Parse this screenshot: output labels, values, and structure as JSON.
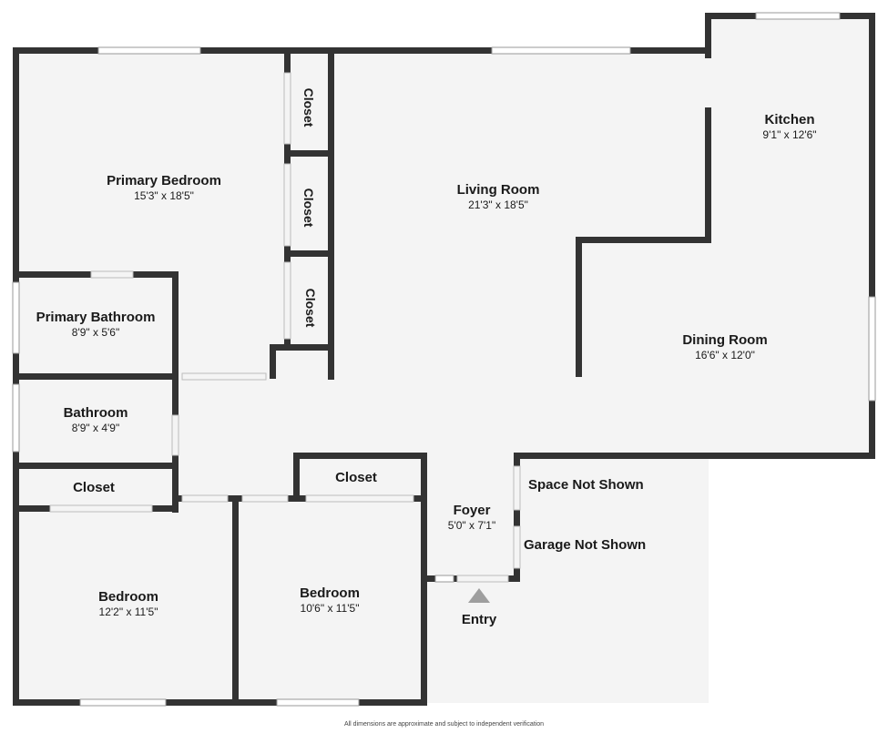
{
  "rooms": [
    {
      "key": "primary-bedroom",
      "name": "Primary Bedroom",
      "dims": "15'3\" x 18'5\""
    },
    {
      "key": "living-room",
      "name": "Living Room",
      "dims": "21'3\" x 18'5\""
    },
    {
      "key": "kitchen",
      "name": "Kitchen",
      "dims": "9'1\" x 12'6\""
    },
    {
      "key": "dining-room",
      "name": "Dining Room",
      "dims": "16'6\" x 12'0\""
    },
    {
      "key": "primary-bathroom",
      "name": "Primary Bathroom",
      "dims": "8'9\" x 5'6\""
    },
    {
      "key": "bathroom",
      "name": "Bathroom",
      "dims": "8'9\" x 4'9\""
    },
    {
      "key": "bedroom-left",
      "name": "Bedroom",
      "dims": "12'2\" x 11'5\""
    },
    {
      "key": "bedroom-right",
      "name": "Bedroom",
      "dims": "10'6\" x 11'5\""
    },
    {
      "key": "foyer",
      "name": "Foyer",
      "dims": "5'0\" x 7'1\""
    }
  ],
  "closets": {
    "closet_1": "Closet",
    "closet_2": "Closet",
    "closet_3": "Closet",
    "closet_hall": "Closet",
    "closet_bedroom": "Closet"
  },
  "notes": {
    "space_not_shown": "Space Not Shown",
    "garage_not_shown": "Garage Not Shown"
  },
  "entry": "Entry",
  "disclaimer": "All dimensions are approximate and subject to independent verification",
  "colors": {
    "wall": "#333333",
    "floor": "#f4f4f4",
    "window": "#ffffff",
    "entry_arrow": "#9e9e9e"
  }
}
